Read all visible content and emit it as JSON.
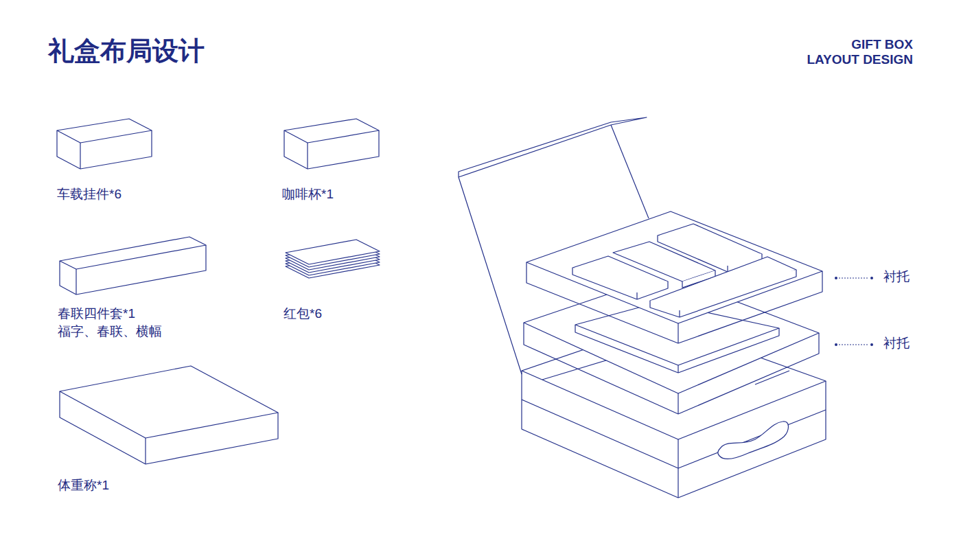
{
  "diagram": {
    "title": "礼盒布局设计",
    "labels": [
      "GIFT BOX",
      "LAYOUT DESIGN",
      "车载挂件*6",
      "咖啡杯*1",
      "春联四件套*1",
      "福字、春联、横幅",
      "红包*6",
      "体重称*1",
      "衬托",
      "衬托"
    ]
  }
}
